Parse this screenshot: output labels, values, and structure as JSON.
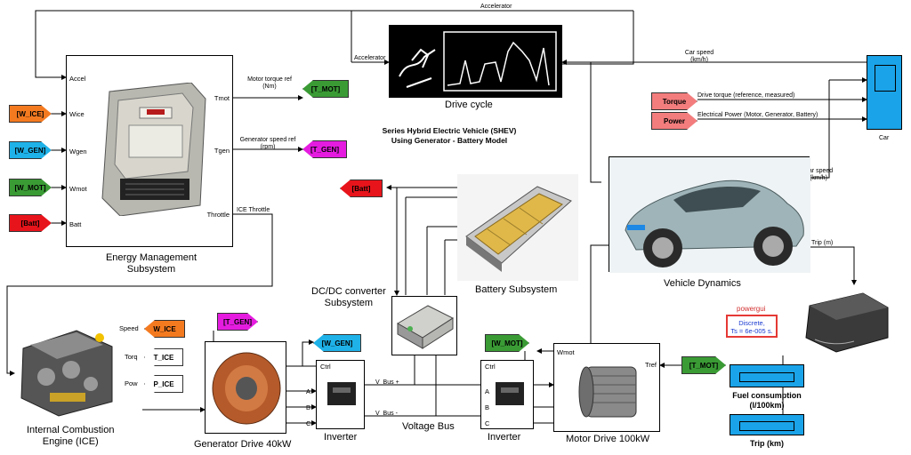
{
  "title": {
    "line1": "Series Hybrid Electric Vehicle (SHEV)",
    "line2": "Using Generator - Battery Model"
  },
  "energy_management": {
    "caption": "Energy Management\nSubsystem",
    "ports_in": [
      "Accel",
      "Wice",
      "Wgen",
      "Wmot",
      "Batt"
    ],
    "ports_out": [
      "Tmot",
      "Tgen",
      "Throttle"
    ]
  },
  "drive_cycle": {
    "caption": "Drive cycle",
    "port": "Accelerator"
  },
  "signals": {
    "accelerator": "Accelerator",
    "motor_torque_ref": "Motor torque ref\n(Nm)",
    "generator_speed_ref": "Generator speed ref\n(rpm)",
    "ice_throttle": "ICE Throttle",
    "car_speed_top": "Car speed\n(km/h)",
    "drive_torque": "Drive torque (reference, measured)",
    "electrical_power": "Electrical Power (Motor, Generator, Battery)",
    "car_speed_vd": "Car speed\n(km/h)",
    "trip": "Trip (m)",
    "v_bus_plus": "V_Bus +",
    "v_bus_minus": "V_Bus -",
    "voltage_bus": "Voltage Bus"
  },
  "goto_tags": {
    "t_mot": "[T_MOT]",
    "t_gen": "[T_GEN]",
    "w_ice": "[W_ICE]",
    "w_gen": "[W_GEN]",
    "w_mot": "[W_MOT]",
    "batt": "[Batt]",
    "torque": "Torque",
    "power": "Power"
  },
  "from_tags": {
    "w_ice": "W_ICE",
    "w_gen": "[W_GEN]",
    "w_mot": "[W_MOT]",
    "batt": "[Batt]",
    "t_gen": "[T_GEN]",
    "t_mot": "[T_MOT]"
  },
  "car_scope": {
    "caption": "Car"
  },
  "vehicle_dynamics": {
    "caption": "Vehicle Dynamics"
  },
  "battery": {
    "caption": "Battery Subsystem"
  },
  "dcdc": {
    "caption": "DC/DC converter\nSubsystem"
  },
  "powergui": {
    "title": "powergui",
    "line1": "Discrete,",
    "line2": "Ts = 6e-005 s."
  },
  "fuel": {
    "caption": "Fuel consumption\n(l/100km)"
  },
  "trip_display": {
    "caption": "Trip (km)"
  },
  "ice": {
    "caption": "Internal Combustion\nEngine (ICE)",
    "ports": [
      "Speed",
      "Torq",
      "Pow"
    ],
    "out_tags": [
      "T_ICE",
      "P_ICE"
    ]
  },
  "generator": {
    "caption": "Generator Drive 40kW"
  },
  "inverter_gen": {
    "caption": "Inverter",
    "ports": [
      "Ctrl",
      "A",
      "B",
      "C"
    ]
  },
  "inverter_mot": {
    "caption": "Inverter",
    "ports": [
      "Ctrl",
      "A",
      "B",
      "C"
    ]
  },
  "motor": {
    "caption": "Motor Drive 100kW",
    "ports": [
      "Wmot",
      "Tref"
    ]
  },
  "colors": {
    "orange": "#f47a20",
    "cyan": "#1eb2e8",
    "green": "#3a9b35",
    "red": "#e8141b",
    "magenta": "#e51ce0",
    "salmon": "#f37d7d",
    "display_blue": "#1aa3e8"
  }
}
